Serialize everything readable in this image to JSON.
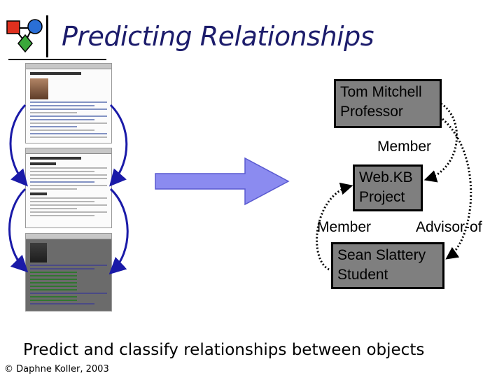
{
  "slide": {
    "title": "Predicting Relationships",
    "caption": "Predict and classify relationships between objects",
    "footer": "© Daphne Koller, 2003"
  },
  "logo": {
    "icon": "relational-graph-logo-icon",
    "colors": [
      "#e0301e",
      "#2a6fd6",
      "#3aa83a"
    ]
  },
  "webpages": [
    {
      "name": "faculty-homepage-thumbnail",
      "style": "light"
    },
    {
      "name": "project-homepage-thumbnail",
      "style": "light"
    },
    {
      "name": "student-homepage-thumbnail",
      "style": "dark"
    }
  ],
  "link_arrow_color": "#1a1aa8",
  "big_arrow_color": "#8b8bf0",
  "nodes": {
    "tom": {
      "line1": "Tom Mitchell",
      "line2": "Professor"
    },
    "webkb": {
      "line1": "Web.KB",
      "line2": "Project"
    },
    "sean": {
      "line1": "Sean Slattery",
      "line2": "Student"
    }
  },
  "edges": {
    "tom_member": "Member",
    "sean_member": "Member",
    "advisor_of": "Advisor-of"
  },
  "node_fill": "#7f7f7f"
}
